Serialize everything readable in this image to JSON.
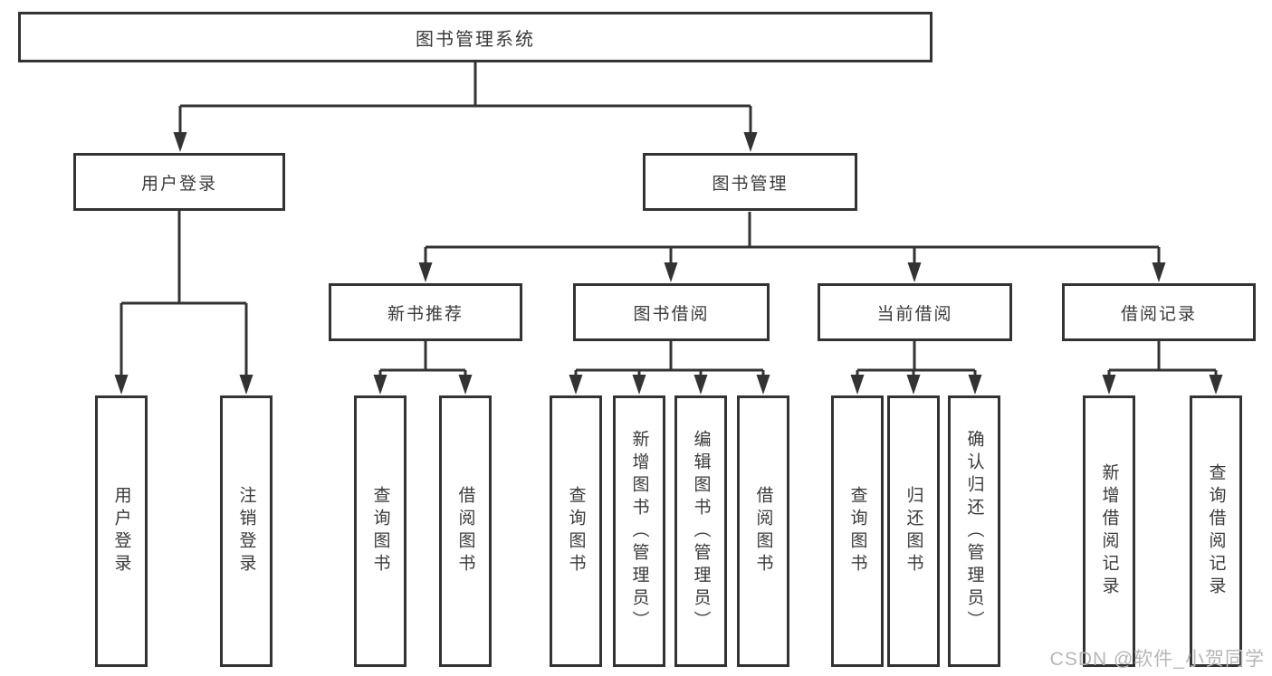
{
  "diagram": {
    "root": {
      "label": "图书管理系统"
    },
    "level2": [
      {
        "label": "用户登录"
      },
      {
        "label": "图书管理"
      }
    ],
    "level3": [
      {
        "label": "新书推荐"
      },
      {
        "label": "图书借阅"
      },
      {
        "label": "当前借阅"
      },
      {
        "label": "借阅记录"
      }
    ],
    "leaves": [
      {
        "label": "用户登录"
      },
      {
        "label": "注销登录"
      },
      {
        "label": "查询图书"
      },
      {
        "label": "借阅图书"
      },
      {
        "label": "查询图书"
      },
      {
        "label": "新增图书（管理员）"
      },
      {
        "label": "编辑图书（管理员）"
      },
      {
        "label": "借阅图书"
      },
      {
        "label": "查询图书"
      },
      {
        "label": "归还图书"
      },
      {
        "label": "确认归还（管理员）"
      },
      {
        "label": "新增借阅记录"
      },
      {
        "label": "查询借阅记录"
      }
    ],
    "colors": {
      "line": "#333333",
      "text": "#3a3a3a",
      "background": "#ffffff",
      "watermark": "#b7b7b7"
    }
  },
  "watermark": {
    "text": "CSDN @软件_小贺同学"
  }
}
